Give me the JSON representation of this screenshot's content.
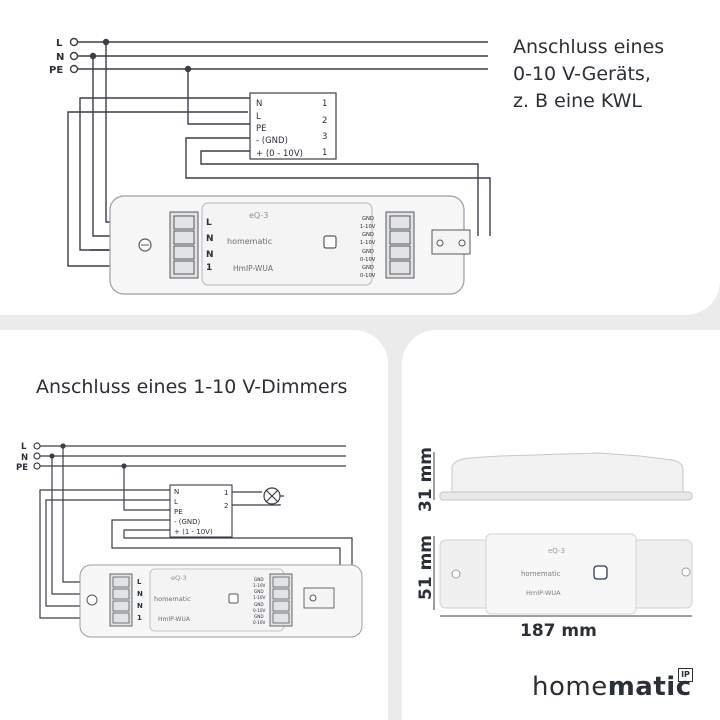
{
  "top_diagram": {
    "title_lines": [
      "Anschluss eines",
      "0-10 V-Geräts,",
      "z. B eine KWL"
    ],
    "mains_labels": [
      "L",
      "N",
      "PE"
    ],
    "device_terminals": [
      "N",
      "L",
      "PE",
      "- (GND)",
      "+ (0 - 10V)"
    ],
    "device_terminal_numbers": [
      "1",
      "2",
      "3",
      "1"
    ],
    "actuator": {
      "brand_label": "eQ-3",
      "homematic_label": "homematic",
      "model_label": "HmIP-WUA",
      "input_terminals": [
        "L",
        "N",
        "N",
        "1"
      ],
      "output_terminals": [
        "GND",
        "1-10V",
        "GND",
        "1-10V",
        "GND",
        "0-10V",
        "GND",
        "0-10V"
      ]
    }
  },
  "bottom_diagram": {
    "title": "Anschluss eines 1-10 V-Dimmers",
    "mains_labels": [
      "L",
      "N",
      "PE"
    ],
    "device_terminals": [
      "N",
      "L",
      "PE",
      "- (GND)",
      "+ (1 - 10V)"
    ],
    "device_terminal_numbers": [
      "1",
      "2"
    ],
    "actuator": {
      "brand_label": "eQ-3",
      "homematic_label": "homematic",
      "model_label": "HmIP-WUA",
      "input_terminals": [
        "L",
        "N",
        "N",
        "1"
      ],
      "output_terminals": [
        "GND",
        "1-10V",
        "GND",
        "1-10V",
        "GND",
        "0-10V",
        "GND",
        "0-10V"
      ]
    }
  },
  "dimensions": {
    "height": "31 mm",
    "depth": "51 mm",
    "width": "187 mm",
    "device_brand_label": "eQ-3",
    "device_homematic_label": "homematic",
    "device_model_label": "HmIP-WUA"
  },
  "brand": {
    "light": "home",
    "bold": "matic",
    "badge": "IP"
  },
  "colors": {
    "line": "#3a3f47",
    "panel": "#ffffff",
    "background": "#ebebeb",
    "device": "#f4f4f4"
  }
}
